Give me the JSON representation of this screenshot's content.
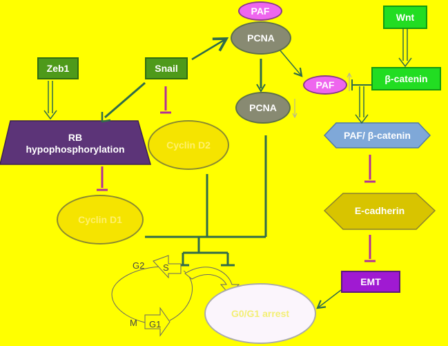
{
  "nodes": {
    "paf_top": "PAF",
    "pcna_top": "PCNA",
    "wnt": "Wnt",
    "zeb1": "Zeb1",
    "snail": "Snail",
    "beta_catenin": "β-catenin",
    "paf_mid": "PAF",
    "pcna_mid": "PCNA",
    "rb_line1": "RB",
    "rb_line2": "hypophosphorylation",
    "cyclin_d2": "Cyclin D2",
    "paf_beta_catenin": "PAF/ β-catenin",
    "cyclin_d1": "Cyclin D1",
    "e_cadherin": "E-cadherin",
    "emt": "EMT",
    "g0g1": "G0/G1 arrest"
  },
  "cell_cycle": {
    "g2": "G2",
    "s": "S",
    "m": "M",
    "g1": "G1"
  },
  "colors": {
    "background": "#ffff00",
    "dark_green": "#4e9a1a",
    "bright_green": "#22dd22",
    "gray": "#888a72",
    "purple_trapezoid": "#5c3478",
    "pink": "#ee66ee",
    "blue_hex": "#7fa8d8",
    "olive_hex": "#d8c400",
    "emt": "#a01ad2",
    "inhibit": "#b0309a",
    "connector": "#2f6b4a"
  }
}
